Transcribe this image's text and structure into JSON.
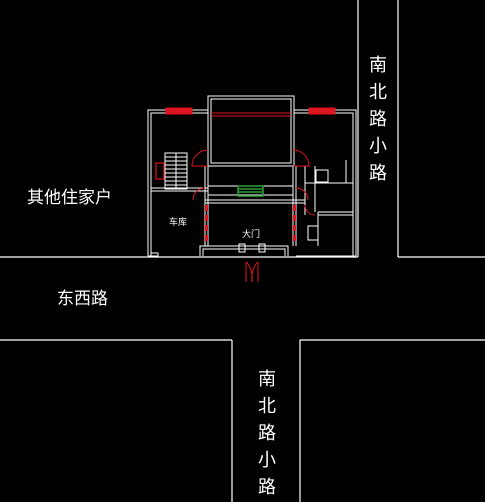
{
  "labels": {
    "north_south_lane_top": "南北路小路",
    "north_south_lane_bottom": "南北路小路",
    "other_households": "其他住家户",
    "east_west_road": "东西路",
    "garage": "车库",
    "main_gate": "大门"
  },
  "colors": {
    "background": "#000000",
    "lines": "#ffffff",
    "walls_marked": "#e0141e",
    "stairs_green": "#2e9d3a",
    "door_arc": "#e0141e"
  }
}
